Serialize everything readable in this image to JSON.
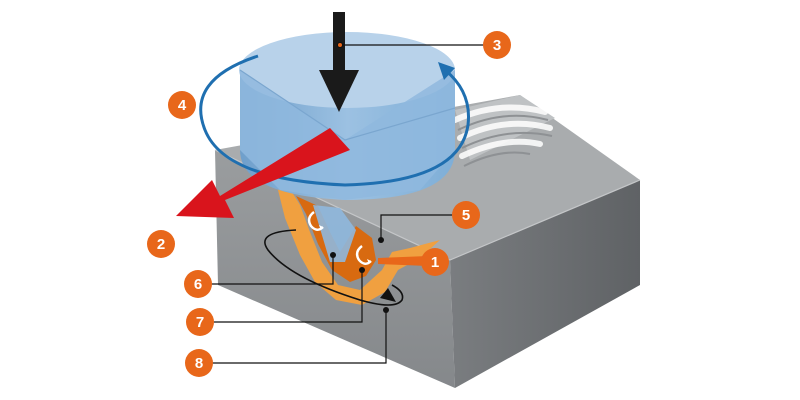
{
  "colors": {
    "background": "#ffffff",
    "badge": "#e8671a",
    "badge_text": "#ffffff",
    "leader_line": "#111111",
    "downforce_arrow": "#1a1a1a",
    "traverse_arrow": "#d9141c",
    "rotation_arrow": "#1f6fb0",
    "tool": "#8fb8de",
    "tool_top": "#b8d2ea",
    "workpiece_top": "#a9acae",
    "workpiece_front": "#8e9194",
    "workpiece_side": "#6f7275",
    "weld_bead": "#cfd2d4",
    "flow_zone": "#f0a040",
    "flow_zone_inner": "#d86a10"
  },
  "icons": [
    "downforce-arrow-icon",
    "traverse-arrow-icon",
    "rotation-arrow-icon",
    "material-flow-icon"
  ],
  "callouts": [
    {
      "label": "1"
    },
    {
      "label": "2"
    },
    {
      "label": "3"
    },
    {
      "label": "4"
    },
    {
      "label": "5"
    },
    {
      "label": "6"
    },
    {
      "label": "7"
    },
    {
      "label": "8"
    }
  ]
}
